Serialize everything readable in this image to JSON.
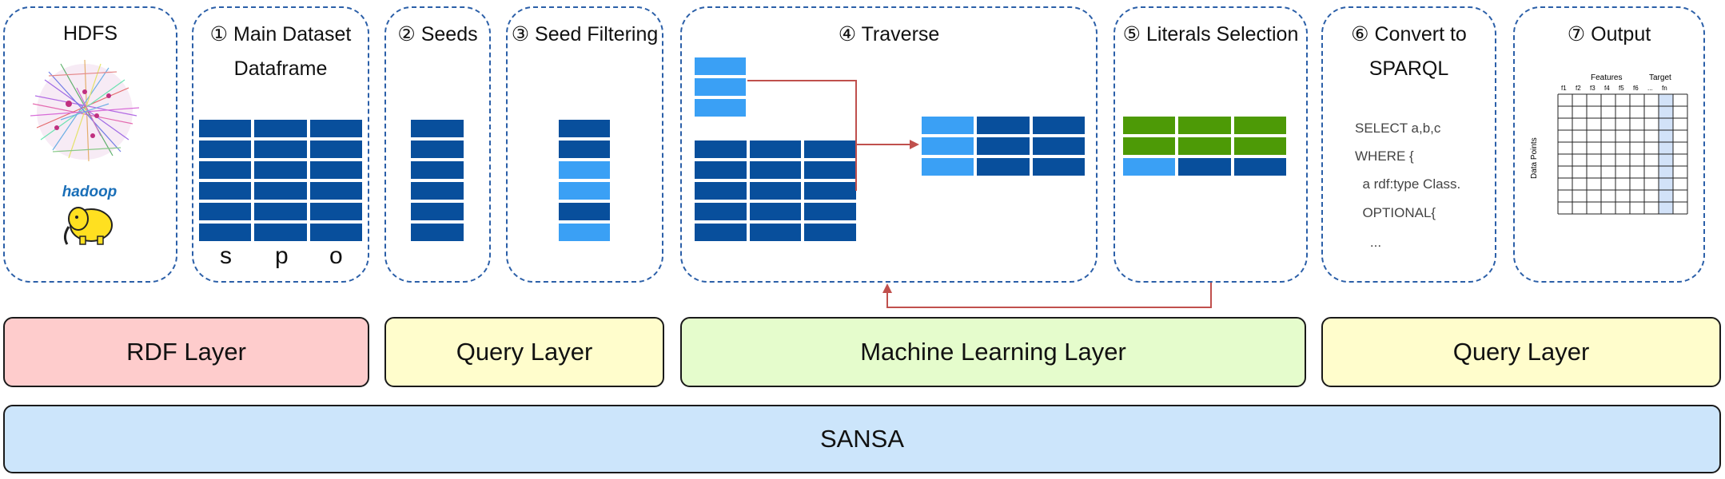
{
  "panels": {
    "hdfs": {
      "title": "HDFS",
      "logo_text": "hadoop"
    },
    "main_dataset": {
      "title": "① Main Dataset",
      "subtitle": "Dataframe",
      "columns": [
        "s",
        "p",
        "o"
      ]
    },
    "seeds": {
      "title": "② Seeds"
    },
    "seed_filtering": {
      "title": "③ Seed Filtering"
    },
    "traverse": {
      "title": "④ Traverse"
    },
    "literals_selection": {
      "title": "⑤ Literals Selection"
    },
    "convert": {
      "title": "⑥ Convert to",
      "subtitle": "SPARQL",
      "code": [
        "SELECT a,b,c",
        "WHERE {",
        "  a rdf:type Class.",
        "  OPTIONAL{",
        "    ..."
      ]
    },
    "output": {
      "title": "⑦ Output",
      "features_label": "Features",
      "target_label": "Target",
      "rows_label": "Data Points",
      "column_labels": [
        "f1",
        "f2",
        "f3",
        "f4",
        "f5",
        "f6",
        "...",
        "fn"
      ]
    }
  },
  "layers": {
    "rdf": "RDF Layer",
    "query1": "Query Layer",
    "ml": "Machine Learning Layer",
    "query2": "Query Layer",
    "sansa": "SANSA"
  },
  "colors": {
    "panel_border": "#2b5fa8",
    "dark_cell": "#084f9c",
    "light_cell": "#3aa0f5",
    "green_cell": "#4d9a06",
    "arrow": "#c0504d",
    "rdf_layer": "#fecccc",
    "query_layer": "#fffdcc",
    "ml_layer": "#e5fccc",
    "sansa_layer": "#cce5fb",
    "target_column": "#d2e2f8"
  },
  "icons": [
    "graph-network-icon",
    "hadoop-elephant-icon"
  ]
}
